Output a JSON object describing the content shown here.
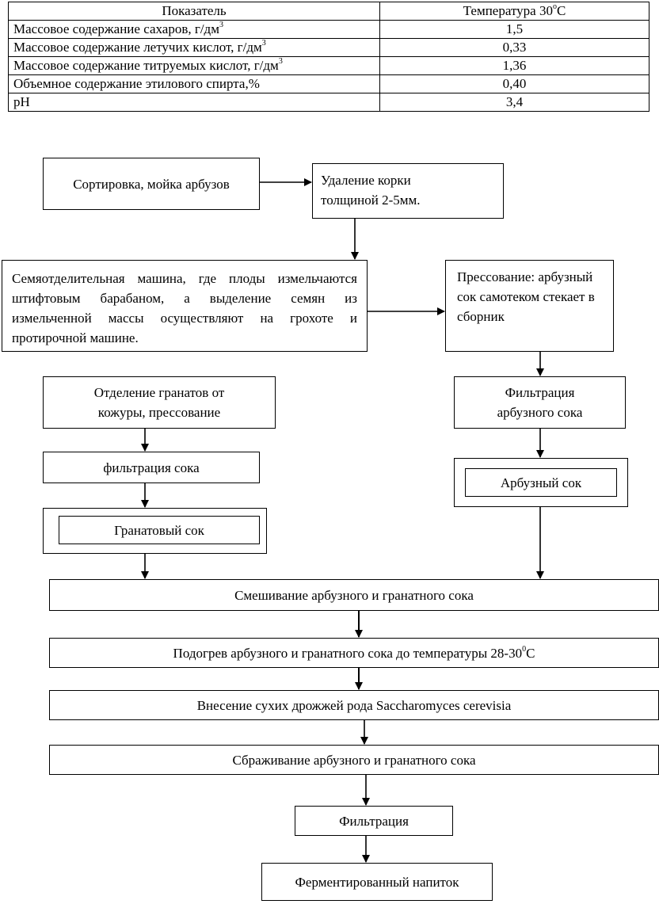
{
  "table": {
    "header": [
      "Показатель",
      "Температура 30",
      "o",
      "С"
    ],
    "rows": [
      {
        "param": "Массовое содержание сахаров, г/дм",
        "sup": "3",
        "value": "1,5"
      },
      {
        "param": "Массовое содержание летучих кислот, г/дм",
        "sup": "3",
        "value": "0,33"
      },
      {
        "param": "Массовое содержание титруемых кислот, г/дм",
        "sup": "3",
        "value": "1,36"
      },
      {
        "param": "Объемное содержание этилового спирта,%",
        "sup": "",
        "value": "0,40"
      },
      {
        "param": "pH",
        "sup": "",
        "value": "3,4"
      }
    ]
  },
  "flow": {
    "sorting": "Сортировка, мойка арбузов",
    "peel": "Удаление корки толщиной 2-5мм.",
    "seed_machine": "Семяотделительная машина, где плоды измельчаются штифтовым барабаном, а выделение семян из измельченной массы осуществляют на грохоте и протирочной машине.",
    "pressing": "Прессование: арбузный сок самотеком стекает в сборник",
    "filtration_watermelon": "Фильтрация арбузного сока",
    "watermelon_juice": "Арбузный сок",
    "pomegranate_sep": "Отделение гранатов от кожуры, прессование",
    "juice_filtration": "фильтрация сока",
    "pomegranate_juice": "Гранатовый сок",
    "mixing": "Смешивание арбузного и гранатного сока",
    "heating_text": "Подогрев арбузного и гранатного сока до температуры 28-30",
    "heating_sup": "0",
    "heating_unit": "С",
    "yeast": "Внесение сухих дрожжей рода Saccharomyces cerevisia",
    "fermentation": "Сбраживание арбузного и гранатного сока",
    "filtration": "Фильтрация",
    "product": "Ферментированный напиток"
  }
}
